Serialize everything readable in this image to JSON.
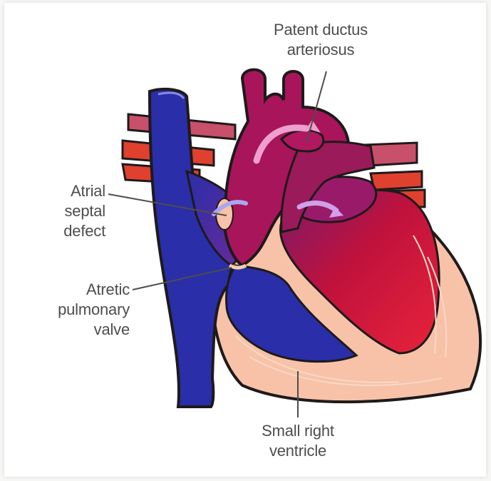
{
  "labels": {
    "pda": "Patent ductus\narteriosus",
    "asd": "Atrial\nseptal\ndefect",
    "apv": "Atretic\npulmonary\nvalve",
    "srv": "Small right\nventricle"
  },
  "colors": {
    "deoxygenated": "#2a2ea8",
    "oxygenated": "#e01e32",
    "mixed": "#9a1a52",
    "aorta": "#a8155a",
    "muscle": "#f7c2a8",
    "outline": "#1e1a1a",
    "text": "#4d4d4d"
  }
}
